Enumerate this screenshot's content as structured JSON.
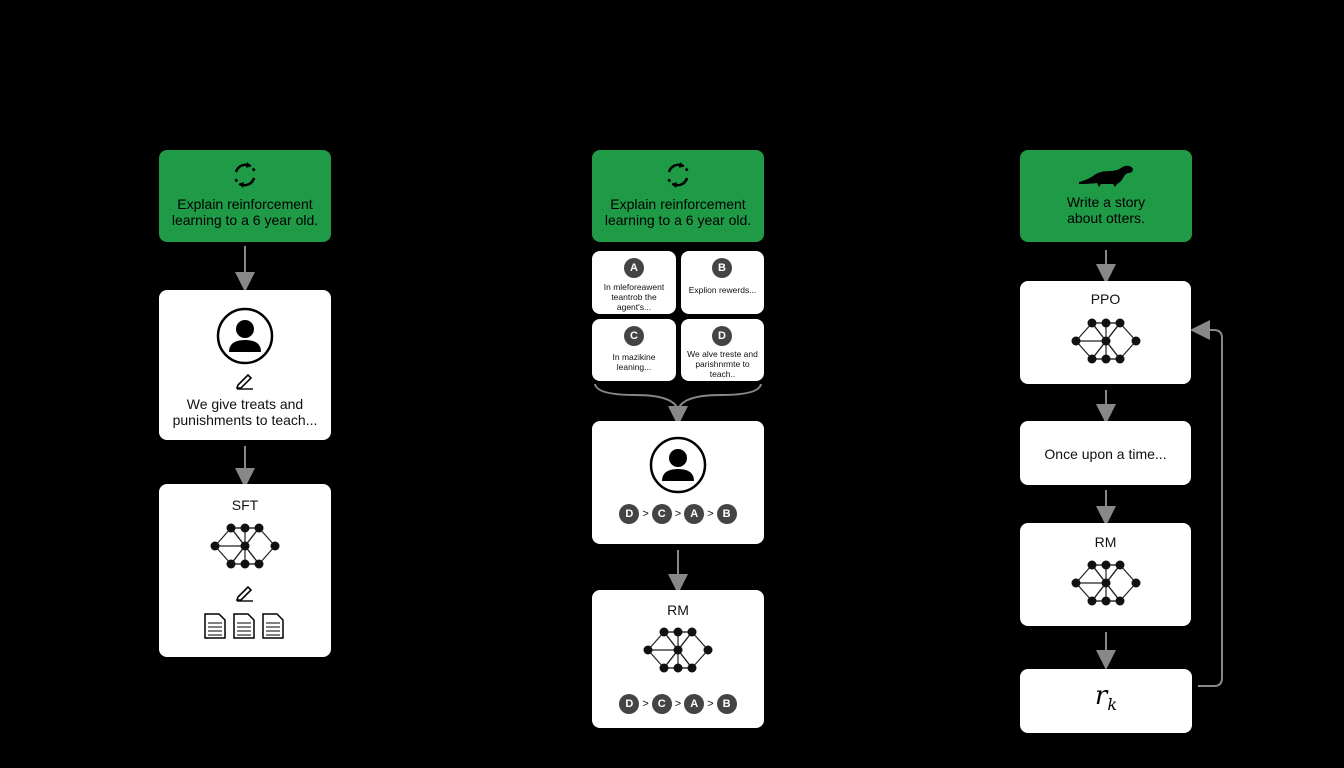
{
  "panel1": {
    "prompt": [
      "Explain reinforcement",
      "learning to a 6 year old."
    ],
    "demo_text": [
      "We give treats and",
      "punishments to teach..."
    ],
    "model_label": "SFT"
  },
  "panel2": {
    "prompt": [
      "Explain reinforcement",
      "learning to a 6 year old."
    ],
    "options": [
      {
        "letter": "A",
        "text": [
          "In mleforeawent",
          "teantrob the",
          "agent's..."
        ]
      },
      {
        "letter": "B",
        "text": [
          "Explion rewerds..."
        ]
      },
      {
        "letter": "C",
        "text": [
          "In mazikine",
          "leaning..."
        ]
      },
      {
        "letter": "D",
        "text": [
          "We alve treste and",
          "parishnrmte to",
          "teach.."
        ]
      }
    ],
    "ranking": [
      "D",
      "C",
      "A",
      "B"
    ],
    "ranking_sep": ">",
    "model_label": "RM",
    "rm_ranking": [
      "D",
      "C",
      "A",
      "B"
    ]
  },
  "panel3": {
    "prompt": [
      "Write a story",
      "about otters."
    ],
    "policy_label": "PPO",
    "output_text": "Once upon a time...",
    "model_label": "RM",
    "reward_symbol": "r",
    "reward_subscript": "k"
  },
  "colors": {
    "green": "#1f9a47",
    "dark": "#444444",
    "arrow": "#888888"
  },
  "icons": [
    "refresh-icon",
    "person-icon",
    "pencil-icon",
    "network-icon",
    "document-icon",
    "otter-icon"
  ]
}
